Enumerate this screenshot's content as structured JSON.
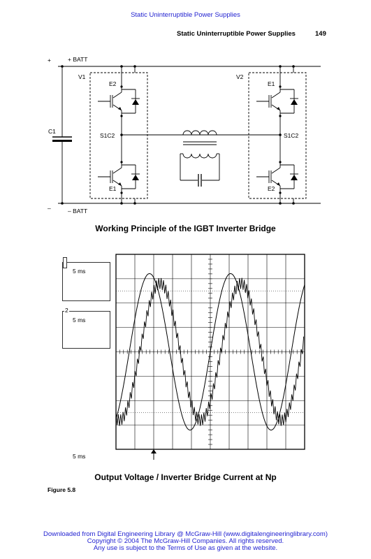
{
  "header": {
    "banner": "Static Uninterruptible Power Supplies",
    "running_title": "Static Uninterruptible Power Supplies",
    "page_number": "149"
  },
  "circuit": {
    "plus_sign": "+",
    "minus_sign": "–",
    "batt_plus": "+ BATT",
    "batt_minus": "– BATT",
    "capacitor": "C1",
    "v1": "V1",
    "v2": "V2",
    "v1_e2": "E2",
    "v1_s1c2": "S1C2",
    "v1_e1": "E1",
    "v2_e1": "E1",
    "v2_s1c2": "S1C2",
    "v2_e2": "E2",
    "caption": "Working Principle of the IGBT Inverter Bridge"
  },
  "scope": {
    "box1_label": "5 ms",
    "box2_channel": "2",
    "box2_label": "5 ms",
    "timebase_label": "5 ms",
    "caption": "Output Voltage / Inverter Bridge Current at Np"
  },
  "figure_label": "Figure 5.8",
  "footer": {
    "line1": "Downloaded from Digital Engineering Library @ McGraw-Hill (www.digitalengineeringlibrary.com)",
    "line2": "Copyright © 2004 The McGraw-Hill Companies. All rights reserved.",
    "line3": "Any use is subject to the Terms of Use as given at the website."
  }
}
